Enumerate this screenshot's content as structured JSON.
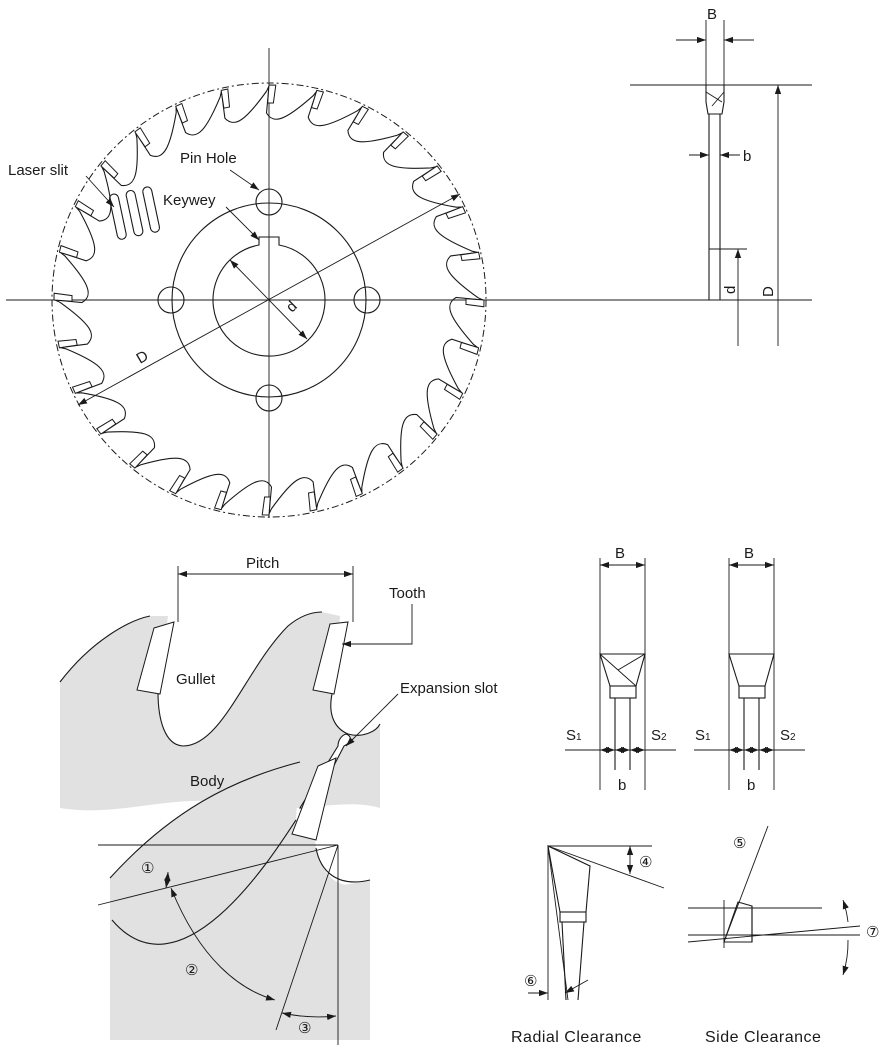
{
  "colors": {
    "ink": "#1a1a1a",
    "body_fill": "#e1e1e1",
    "background": "#ffffff"
  },
  "blade": {
    "labels": {
      "laser_slit": "Laser slit",
      "pin_hole": "Pin Hole",
      "keyway": "Keywey",
      "D": "D",
      "d": "d"
    },
    "tooth_count": 28
  },
  "side_view": {
    "labels": {
      "B": "B",
      "b": "b",
      "d": "d",
      "D": "D"
    }
  },
  "tooth_detail": {
    "labels": {
      "pitch": "Pitch",
      "tooth": "Tooth",
      "gullet": "Gullet",
      "expansion_slot": "Expansion slot",
      "body": "Body"
    }
  },
  "tip_sections": [
    {
      "B": "B",
      "b": "b",
      "S1": "S",
      "S1_sub": "1",
      "S2": "S",
      "S2_sub": "2"
    },
    {
      "B": "B",
      "b": "b",
      "S1": "S",
      "S1_sub": "1",
      "S2": "S",
      "S2_sub": "2"
    }
  ],
  "angles": {
    "a1": "①",
    "a2": "②",
    "a3": "③",
    "a4": "④",
    "a5": "⑤",
    "a6": "⑥",
    "a7": "⑦"
  },
  "captions": {
    "radial": "Radial Clearance",
    "side": "Side Clearance"
  }
}
